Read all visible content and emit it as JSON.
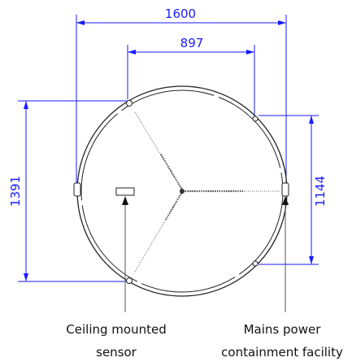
{
  "dimensions": {
    "outer_width": "1600",
    "inner_width": "897",
    "left_height": "1391",
    "right_height": "1144"
  },
  "labels": {
    "sensor_line1": "Ceiling mounted",
    "sensor_line2": "sensor",
    "power_line1": "Mains power",
    "power_line2": "containment facility"
  },
  "colors": {
    "dimension": "#1a1aff",
    "drawing": "#222222"
  }
}
